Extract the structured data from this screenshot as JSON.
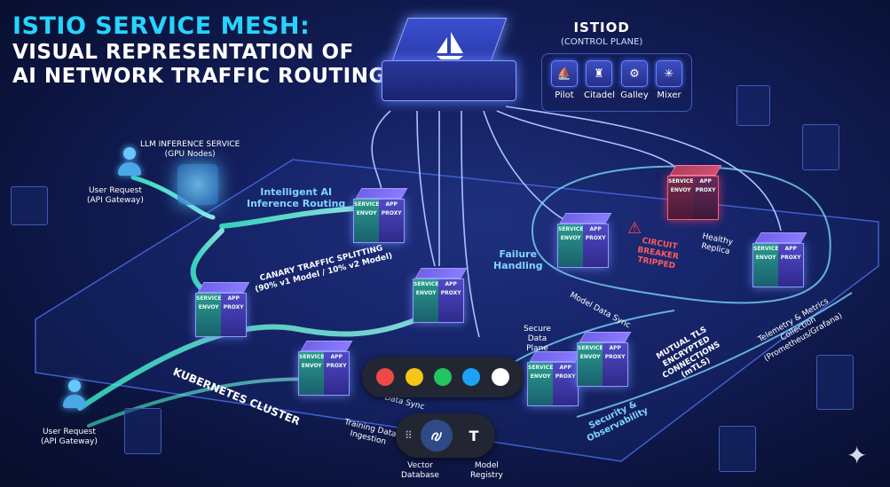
{
  "title": {
    "line1": "ISTIO SERVICE MESH:",
    "line2": "VISUAL REPRESENTATION OF",
    "line3": "AI NETWORK TRAFFIC ROUTING"
  },
  "istiod": {
    "title": "ISTIOD",
    "subtitle": "(CONTROL PLANE)",
    "components": [
      {
        "label": "Pilot",
        "icon": "sailboat-icon"
      },
      {
        "label": "Citadel",
        "icon": "citadel-icon"
      },
      {
        "label": "Galley",
        "icon": "gear-icon"
      },
      {
        "label": "Mixer",
        "icon": "network-icon"
      }
    ]
  },
  "labels": {
    "llm": "LLM INFERENCE SERVICE",
    "gpu": "(GPU Nodes)",
    "user_top": "User Request",
    "user_top_sub": "(API Gateway)",
    "user_bottom": "User Request",
    "user_bottom_sub": "(API Gateway)",
    "intelligent": "Intelligent AI",
    "inference": "Inference Routing",
    "canary1": "CANARY TRAFFIC SPLITTING",
    "canary2": "(90% v1 Model / 10% v2 Model)",
    "failure1": "Failure",
    "failure2": "Handling",
    "circuit1": "CIRCUIT",
    "circuit2": "BREAKER",
    "circuit3": "TRIPPED",
    "healthy1": "Healthy",
    "healthy2": "Replica",
    "k8s": "KUBERNETES CLUSTER",
    "model_sync": "Model Data Sync",
    "secure1": "Secure",
    "secure2": "Data",
    "secure3": "Plane",
    "mtls1": "MUTUAL TLS",
    "mtls2": "ENCRYPTED",
    "mtls3": "CONNECTIONS",
    "mtls4": "(mTLS)",
    "telemetry1": "Telemetry & Metrics",
    "telemetry2": "Collection",
    "telemetry3": "(Prometheus/Grafana)",
    "security1": "Security &",
    "security2": "Observability",
    "training1": "Training Data",
    "training2": "Ingestion",
    "model_ds1": "Model",
    "model_ds2": "Data Sync",
    "vector1": "Vector",
    "vector2": "Database",
    "registry1": "Model",
    "registry2": "Registry"
  },
  "cube": {
    "service": "SERVICE",
    "app": "APP",
    "envoy": "ENVOY",
    "proxy": "PROXY"
  },
  "palette": {
    "colors": [
      "#f04848",
      "#f5c518",
      "#22c55e",
      "#1da1f2",
      "#ffffff"
    ]
  },
  "toolbar": {
    "pen_icon": "pen-icon",
    "text_label": "T"
  }
}
